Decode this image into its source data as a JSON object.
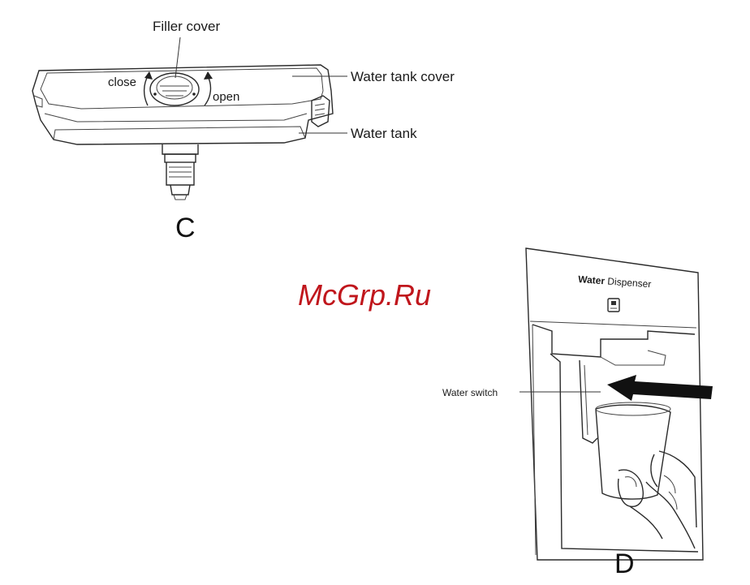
{
  "figure_c": {
    "letter": "C",
    "labels": {
      "filler_cover": "Filler cover",
      "close": "close",
      "open": "open",
      "water_tank_cover": "Water tank cover",
      "water_tank": "Water tank"
    }
  },
  "figure_d": {
    "letter": "D",
    "panel_brand_bold": "Water",
    "panel_brand_rest": " Dispenser",
    "labels": {
      "water_switch": "Water switch"
    }
  },
  "watermark": "McGrp.Ru"
}
